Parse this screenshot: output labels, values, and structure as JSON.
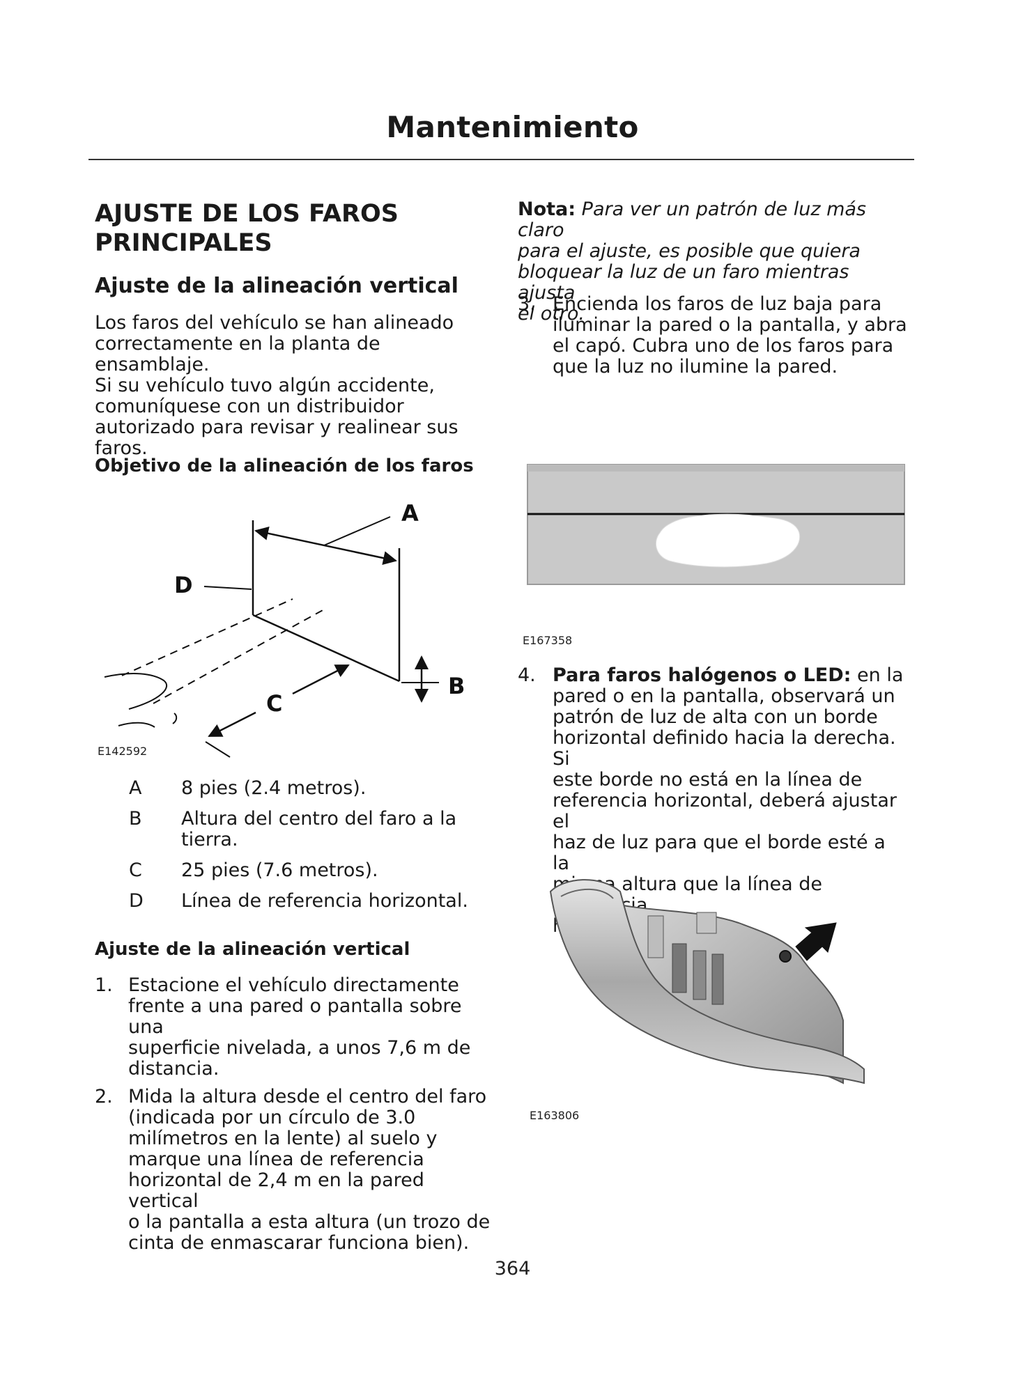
{
  "header": {
    "title": "Mantenimiento"
  },
  "left": {
    "section_title_line1": "AJUSTE DE LOS FAROS",
    "section_title_line2": "PRINCIPALES",
    "subsection1_title": "Ajuste de la alineación vertical",
    "intro_lines": [
      "Los faros del vehículo se han alineado",
      "correctamente en la planta de ensamblaje.",
      "Si su vehículo tuvo algún accidente,",
      "comuníquese con un distribuidor",
      "autorizado para revisar y realinear sus",
      "faros."
    ],
    "figure1_title": "Objetivo de la alineación de los faros",
    "figure1": {
      "labels": {
        "A": "A",
        "B": "B",
        "C": "C",
        "D": "D"
      },
      "code": "E142592"
    },
    "legend": [
      {
        "key": "A",
        "lines": [
          "8 pies (2.4 metros)."
        ]
      },
      {
        "key": "B",
        "lines": [
          "Altura del centro del faro a la",
          "tierra."
        ]
      },
      {
        "key": "C",
        "lines": [
          "25 pies (7.6 metros)."
        ]
      },
      {
        "key": "D",
        "lines": [
          "Línea de referencia horizontal."
        ]
      }
    ],
    "subsection2_title": "Ajuste de la alineación vertical",
    "steps": [
      {
        "num": "1.",
        "lines": [
          "Estacione el vehículo directamente",
          "frente a una pared o pantalla sobre una",
          "superficie nivelada, a unos 7,6 m de",
          "distancia."
        ]
      },
      {
        "num": "2.",
        "lines": [
          "Mida la altura desde el centro del faro",
          "(indicada por un círculo de 3.0",
          "milímetros en la lente) al suelo y",
          "marque una línea de referencia",
          "horizontal de 2,4 m en la pared vertical",
          "o la pantalla a esta altura (un trozo de",
          "cinta de enmascarar funciona bien)."
        ]
      }
    ]
  },
  "right": {
    "note_label": "Nota:",
    "note_lines": [
      " Para ver un patrón de luz más claro",
      "para el ajuste, es posible que quiera",
      "bloquear la luz de un faro mientras ajusta",
      "el otro."
    ],
    "step3": {
      "num": "3.",
      "lines": [
        "Encienda los faros de luz baja para",
        "iluminar la pared o la pantalla, y abra",
        "el capó. Cubra uno de los faros para",
        "que la luz no ilumine la pared."
      ]
    },
    "figure2_code": "E167358",
    "step4": {
      "num": "4.",
      "bold_lead": "Para faros halógenos o LED:",
      "first_line_rest": " en la",
      "lines": [
        "pared o en la pantalla, observará un",
        "patrón de luz de alta con un borde",
        "horizontal definido hacia la derecha. Si",
        "este borde no está en la línea de",
        "referencia horizontal, deberá ajustar el",
        "haz de luz para que el borde esté a la",
        "misma altura que la línea de referencia",
        "horizontal."
      ]
    },
    "figure3_code": "E163806"
  },
  "footer": {
    "page_number": "364"
  }
}
